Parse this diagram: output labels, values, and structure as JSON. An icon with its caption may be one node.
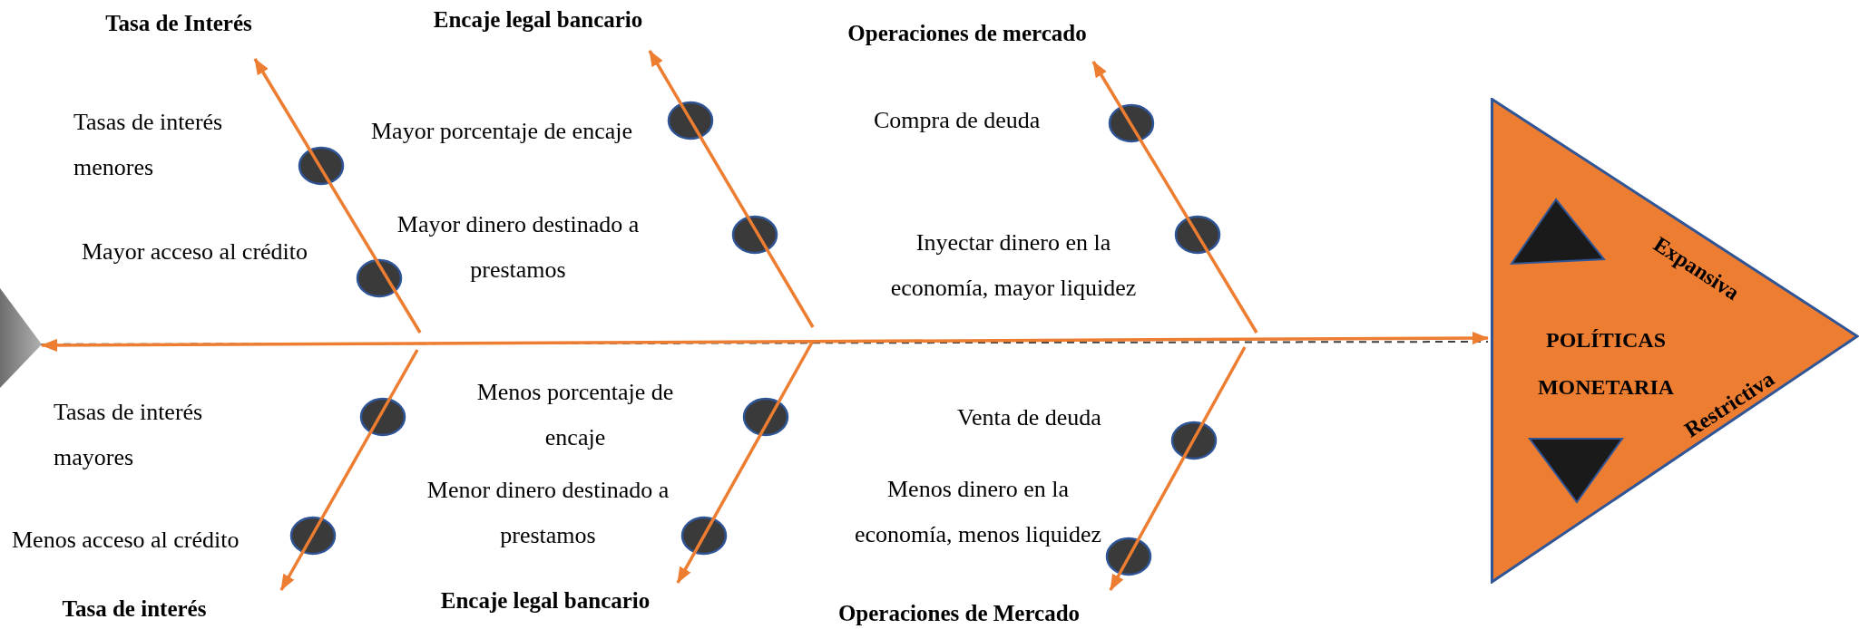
{
  "diagram": {
    "nodes": [
      {
        "text": [],
        "shape": "box"
      },
      {
        "text": [
          "Tasa de Interés"
        ]
      },
      {
        "text": [
          "Encaje legal bancario"
        ]
      },
      {
        "text": [
          "Operaciones de mercado"
        ]
      },
      {
        "text": [
          "Tasa de interés"
        ]
      },
      {
        "text": [
          "Encaje legal bancario"
        ]
      },
      {
        "text": [
          "Operaciones de Mercado"
        ]
      },
      {
        "text": [
          "POLÍTICAS MONETARIA",
          "Expansiva",
          "Restrictiva"
        ]
      }
    ],
    "edges": [
      {
        "from": 0,
        "to": 7,
        "arrow": "both"
      },
      {
        "from": null,
        "to": 1,
        "arrow": "to"
      },
      {
        "from": null,
        "to": 2,
        "arrow": "to"
      },
      {
        "from": null,
        "to": 3,
        "arrow": "to"
      },
      {
        "from": null,
        "to": 4,
        "arrow": "to"
      },
      {
        "from": null,
        "to": 5,
        "arrow": "to"
      },
      {
        "from": null,
        "to": 6,
        "arrow": "to"
      }
    ],
    "labels": [
      "Tasas de interés menores",
      "Mayor acceso al crédito",
      "Mayor porcentaje de encaje",
      "Mayor dinero destinado a prestamos",
      "Compra de deuda",
      "Inyectar dinero en la economía, mayor liquidez",
      "Tasas de interés mayores",
      "Menos acceso al crédito",
      "Menos porcentaje de encaje",
      "Menor dinero destinado a prestamos",
      "Venta de deuda",
      "Menos dinero en la economía, menos liquidez"
    ]
  }
}
